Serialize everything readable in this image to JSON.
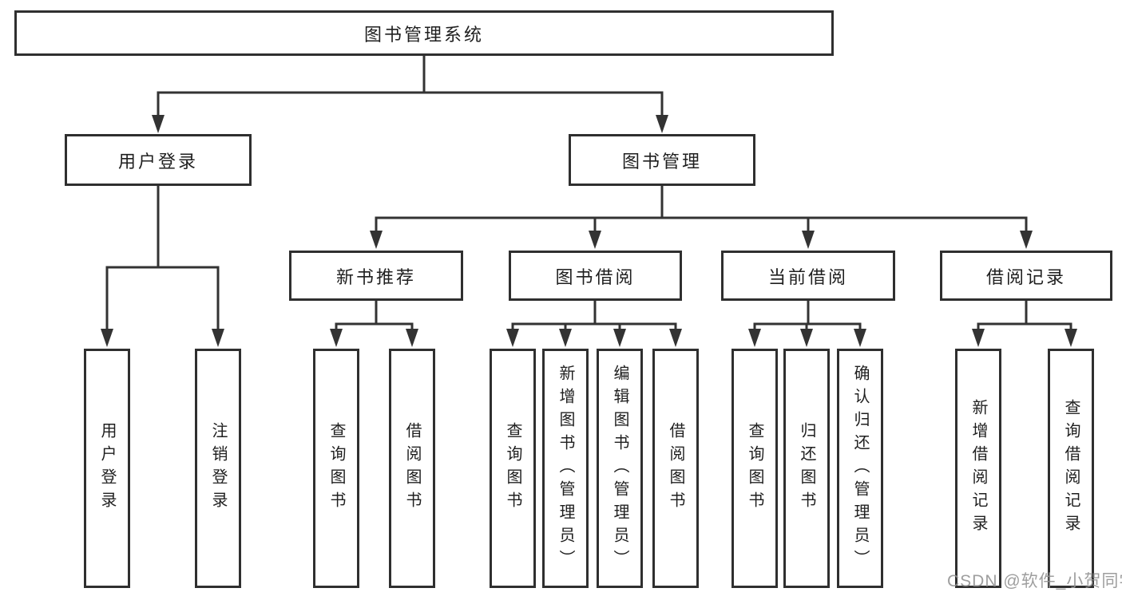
{
  "diagram": {
    "title": "图书管理系统",
    "branches": [
      {
        "label": "用户登录",
        "leaves": [
          "用户登录",
          "注销登录"
        ]
      },
      {
        "label": "图书管理",
        "groups": [
          {
            "label": "新书推荐",
            "leaves": [
              "查询图书",
              "借阅图书"
            ]
          },
          {
            "label": "图书借阅",
            "leaves": [
              "查询图书",
              "新增图书（管理员）",
              "编辑图书（管理员）",
              "借阅图书"
            ]
          },
          {
            "label": "当前借阅",
            "leaves": [
              "查询图书",
              "归还图书",
              "确认归还（管理员）"
            ]
          },
          {
            "label": "借阅记录",
            "leaves": [
              "新增借阅记录",
              "查询借阅记录"
            ]
          }
        ]
      }
    ]
  },
  "watermark": "CSDN @软件_小贺同学",
  "colors": {
    "line": "#333333",
    "box_border": "#2f2f2f",
    "box_background": "#ffffff",
    "text": "#1f1f1f",
    "watermark": "#949494"
  }
}
